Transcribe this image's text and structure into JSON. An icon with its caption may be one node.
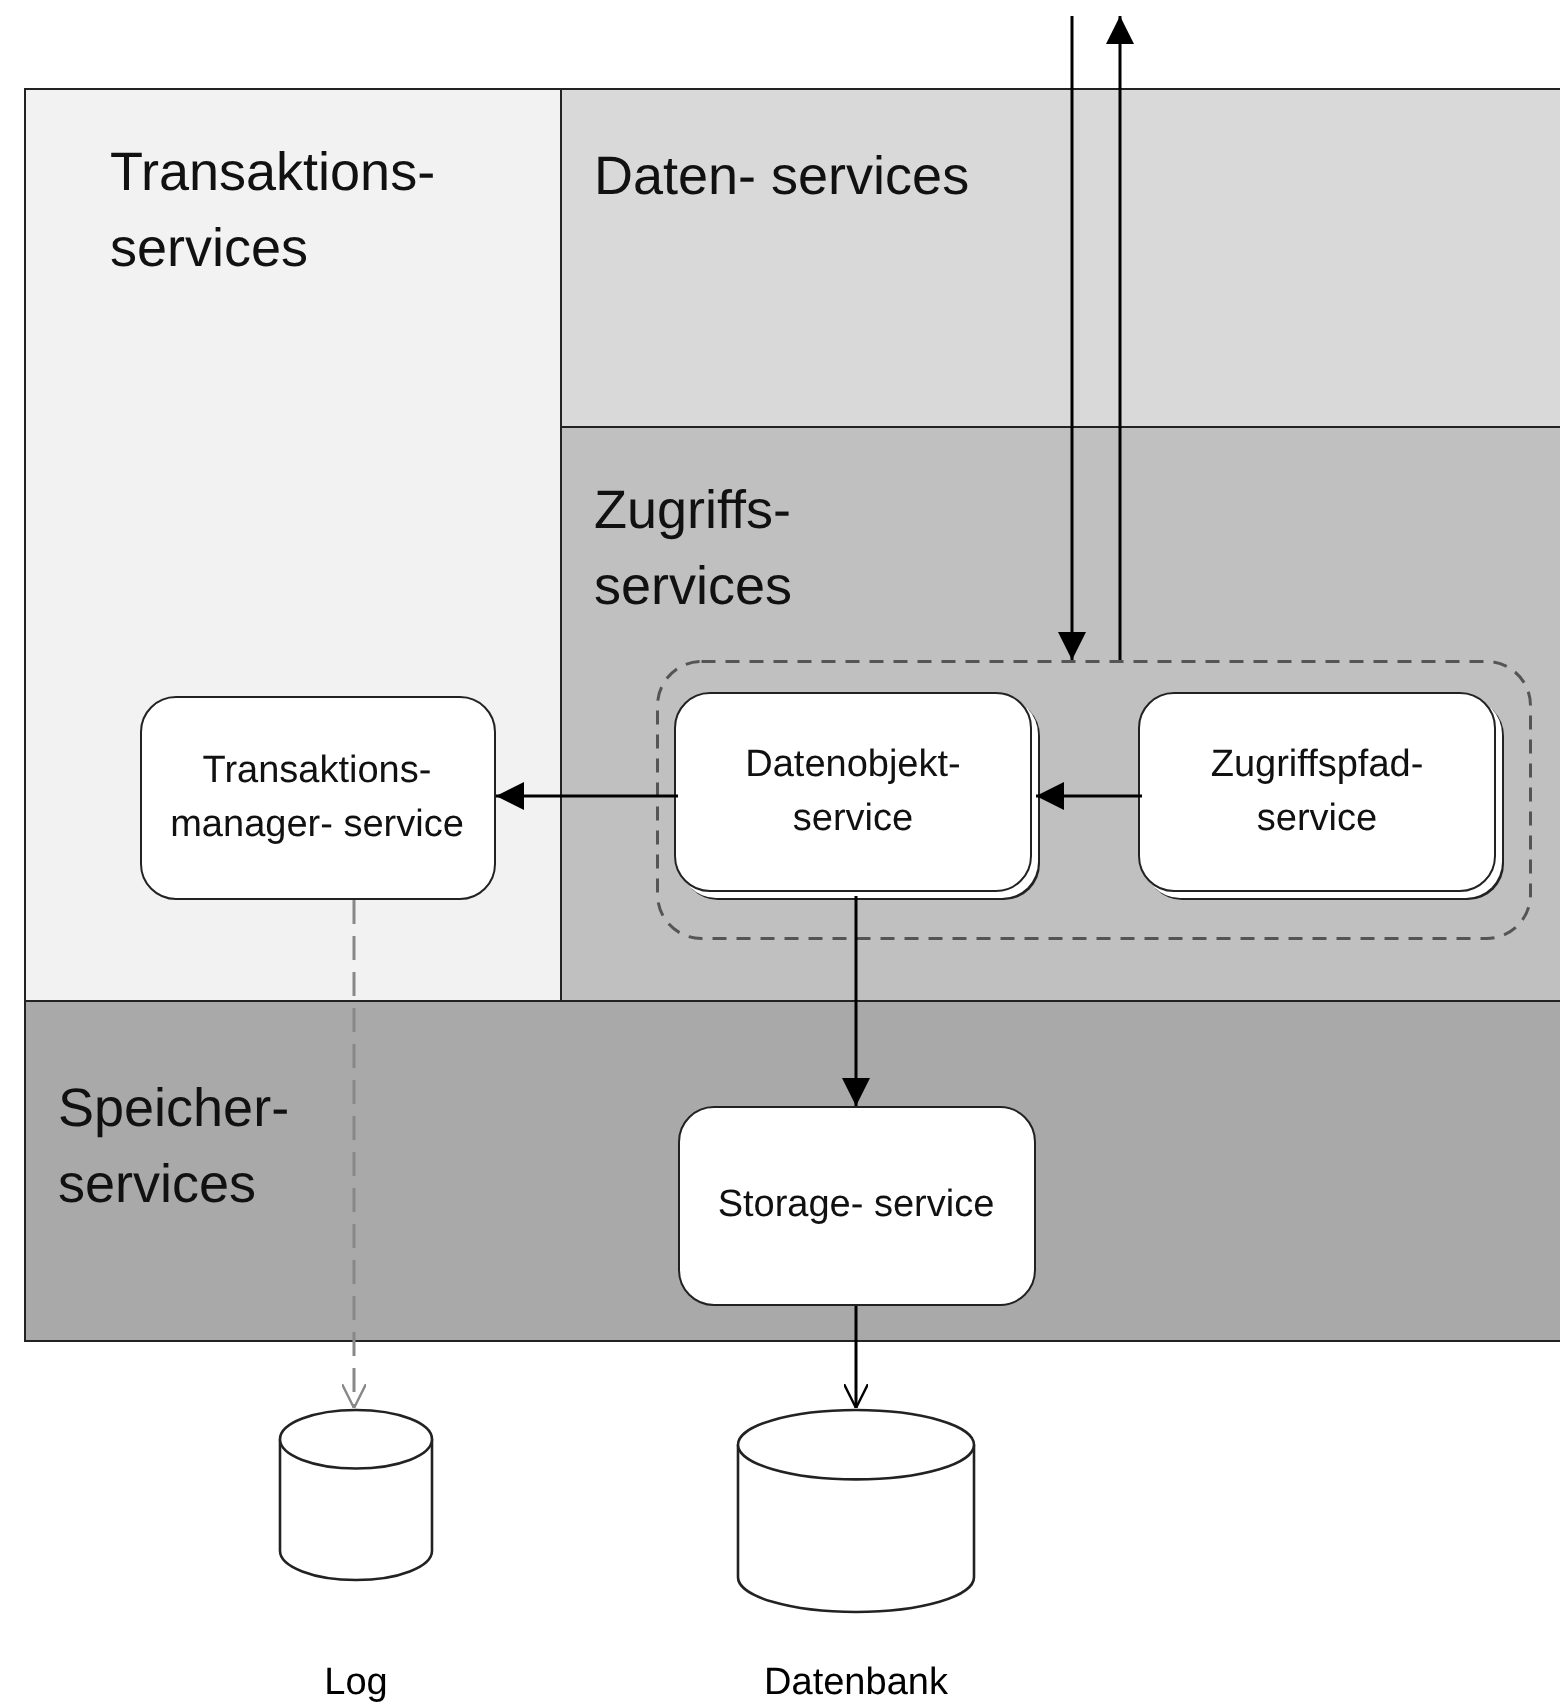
{
  "diagram": {
    "nodes": [
      {
        "text": [
          "Transaktions- services"
        ]
      },
      {
        "text": [
          "Daten- services"
        ]
      },
      {
        "text": [
          "Zugriffs- services"
        ]
      },
      {
        "text": [],
        "shape": "box",
        "in": 2
      },
      {
        "text": [
          "Datenobjekt- service"
        ],
        "in": 3
      },
      {
        "text": [
          "Zugriffspfad- service"
        ],
        "in": 3
      },
      {
        "text": [
          "Transaktions- manager- service"
        ],
        "in": 0
      },
      {
        "text": [
          "Speicher- services"
        ]
      },
      {
        "text": [
          "Storage- service"
        ],
        "in": 7
      },
      {
        "text": [
          "Log"
        ]
      },
      {
        "text": [
          "Datenbank"
        ]
      }
    ],
    "edges": [
      {
        "from": null,
        "to": 3,
        "arrow": "to"
      },
      {
        "from": 3,
        "to": null,
        "arrow": "to"
      },
      {
        "from": 5,
        "to": 4,
        "arrow": "to"
      },
      {
        "from": 4,
        "to": 6,
        "arrow": "to"
      },
      {
        "from": 4,
        "to": 8,
        "arrow": "to"
      },
      {
        "from": 6,
        "to": 9,
        "arrow": "to",
        "style": "dashed",
        "color": "#888888"
      },
      {
        "from": 8,
        "to": 10,
        "arrow": "to"
      }
    ]
  }
}
